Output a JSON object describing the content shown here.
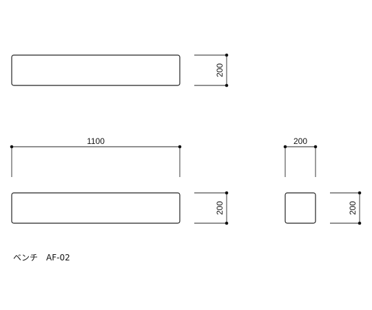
{
  "top_view": {
    "depth_dimension": "200"
  },
  "front_view": {
    "width_dimension": "1100",
    "height_dimension": "200"
  },
  "side_view": {
    "width_dimension": "200",
    "height_dimension": "200"
  },
  "caption": "ベンチ　AF-02",
  "colors": {
    "line": "#222222",
    "background": "#ffffff"
  }
}
